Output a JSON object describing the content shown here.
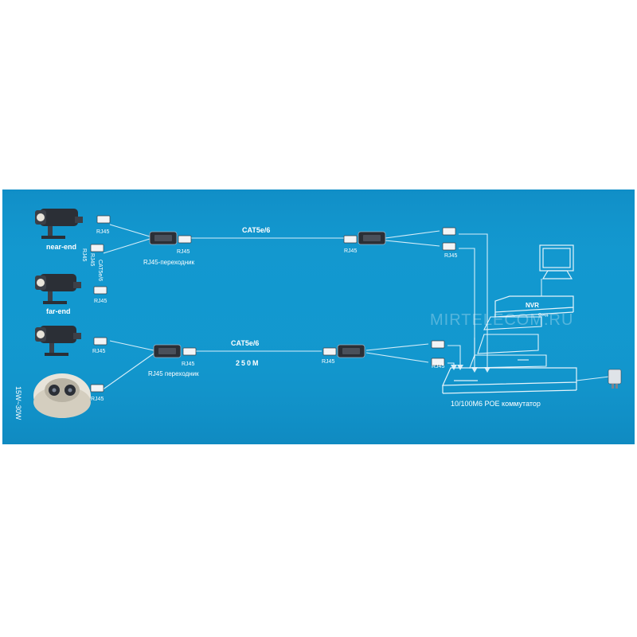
{
  "colors": {
    "panel": "#1298cf",
    "panel_edge": "#0d85bd",
    "line": "#d6eef9",
    "text": "#ffffff",
    "device_dark": "#2b2f36",
    "device_light": "#e8e4da"
  },
  "cameras": {
    "near_end": "near-end",
    "far_end": "far-end"
  },
  "connectors": {
    "rj45_a": "RJ45",
    "rj45_b": "RJ45",
    "rj45_c": "RJ45",
    "rj45_d": "RJ45",
    "rj45_e": "RJ45",
    "rj45_f": "RJ45",
    "rj45_g": "RJ45",
    "rj45_h": "RJ45",
    "rj45_i": "RJ45",
    "rj45_j": "RJ45",
    "rj45_k": "RJ45",
    "rj45_l": "RJ45"
  },
  "adapters": {
    "top_label": "RJ45-переходник",
    "bottom_label": "RJ45 переходник"
  },
  "cables": {
    "top_label": "CAT5e/6",
    "bottom_label": "CAT5e/6",
    "distance": "250M",
    "vertical_label": "CAT5e/6"
  },
  "power": {
    "range": "15W~30W"
  },
  "nvr": {
    "label": "NVR",
    "caption": "Соед."
  },
  "switch": {
    "label": "10/100M6 POE коммутатор"
  },
  "watermark": "MIRTELECOM.RU"
}
